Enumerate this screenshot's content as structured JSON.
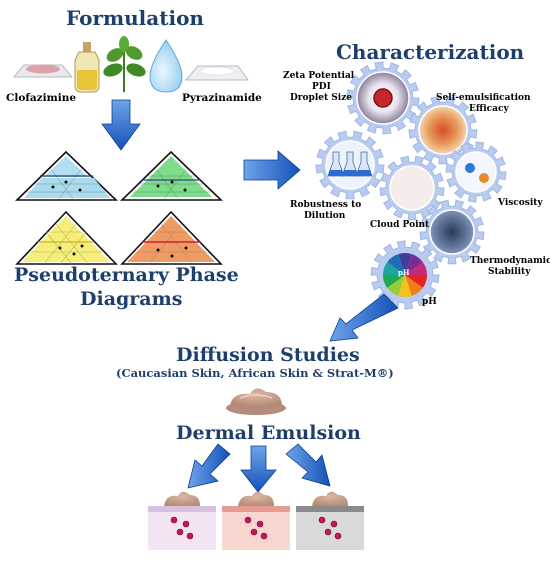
{
  "formulation": {
    "title": "Formulation",
    "ingredients": [
      "Clofazimine",
      "Pyrazinamide"
    ]
  },
  "phase_diagrams": {
    "title_line1": "Pseudoternary Phase",
    "title_line2": "Diagrams"
  },
  "characterization": {
    "title": "Characterization",
    "tests": [
      "Zeta Potential",
      "PDI",
      "Droplet Size",
      "Self-emulsification",
      "Efficacy",
      "Robustness to",
      "Dilution",
      "Viscosity",
      "Cloud Point",
      "Thermodynamic",
      "Stability",
      "pH"
    ],
    "ph_wheel_label": "pH"
  },
  "diffusion": {
    "title": "Diffusion Studies",
    "subtitle": "(Caucasian Skin, African Skin & Strat-M®)"
  },
  "dermal": {
    "title": "Dermal Emulsion"
  },
  "colors": {
    "heading": "#1f3e6e",
    "arrow": "#1c63c9",
    "gear": "#b9ccef",
    "triangle_fills": [
      "#a9dcef",
      "#7fdc8c",
      "#f5ee7c",
      "#ee9c66"
    ],
    "skin_layers": [
      "#f2e4f3",
      "#f8d6d0",
      "#d9d9d9"
    ]
  }
}
